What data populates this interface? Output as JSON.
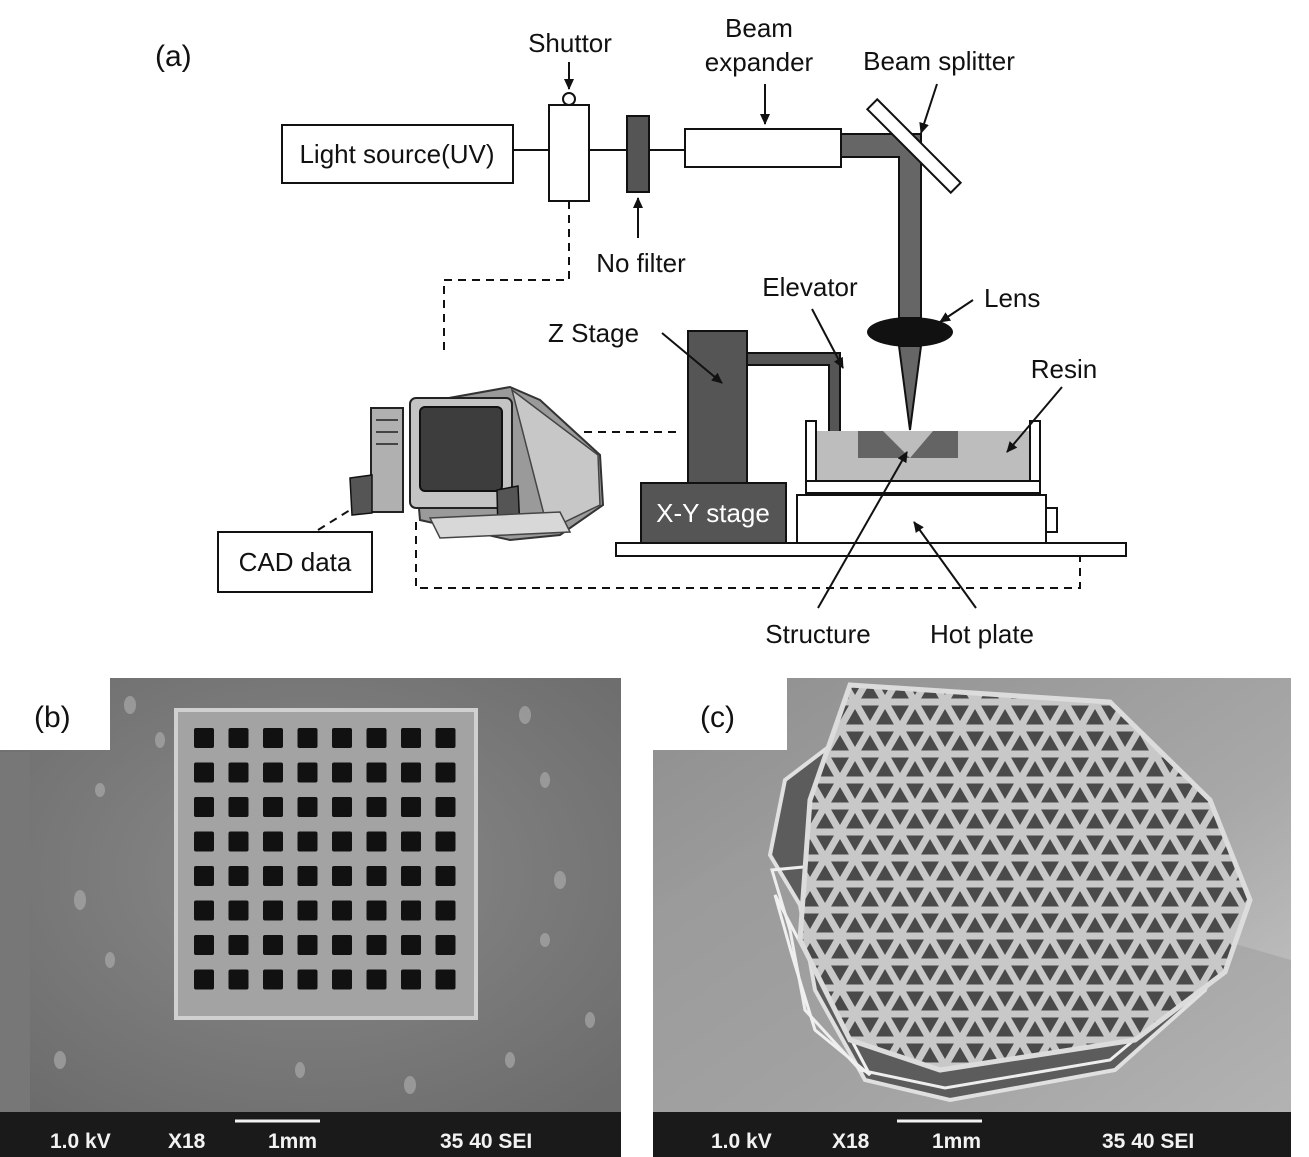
{
  "panels": {
    "a": "(a)",
    "b": "(b)",
    "c": "(c)"
  },
  "labels": {
    "light_source": "Light source(UV)",
    "shuttor": "Shuttor",
    "beam_expander_line1": "Beam",
    "beam_expander_line2": "expander",
    "beam_splitter": "Beam splitter",
    "no_filter": "No filter",
    "elevator": "Elevator",
    "lens": "Lens",
    "z_stage": "Z Stage",
    "resin": "Resin",
    "xy_stage": "X-Y stage",
    "cad_data": "CAD data",
    "structure": "Structure",
    "hot_plate": "Hot plate"
  },
  "sem_b": {
    "voltage": "1.0 kV",
    "magnification": "X18",
    "scale": "1mm",
    "code": "35 40 SEI"
  },
  "sem_c": {
    "voltage": "1.0 kV",
    "magnification": "X18",
    "scale": "1mm",
    "code": "35 40 SEI"
  },
  "colors": {
    "dark_component": "#555555",
    "beam": "#666666",
    "resin": "#bdbdbd",
    "sem_background": "#7d7d7d",
    "scale_bar": "#1a1a1a"
  }
}
